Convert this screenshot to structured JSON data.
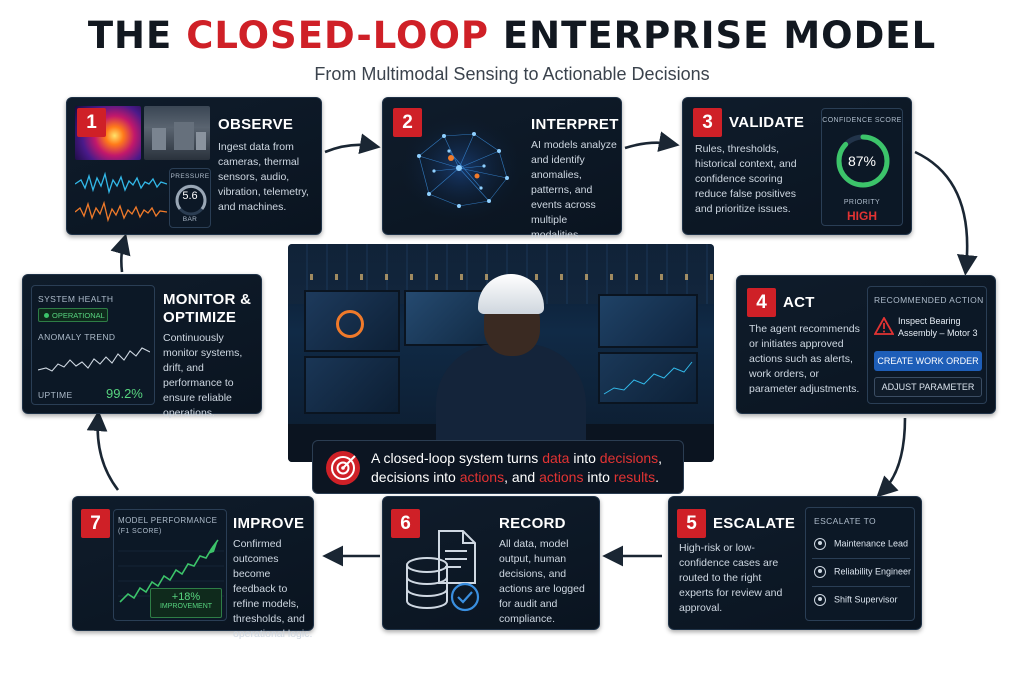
{
  "header": {
    "title_pre": "THE ",
    "title_accent": "CLOSED-LOOP",
    "title_post": " ENTERPRISE MODEL",
    "subtitle": "From Multimodal Sensing to Actionable Decisions"
  },
  "colors": {
    "accent": "#cf2027",
    "card": "#0f1c2b",
    "gauge": "#3cc46a",
    "blue": "#1e5eb8"
  },
  "steps": {
    "observe": {
      "number": "1",
      "title": "OBSERVE",
      "desc": "Ingest data from cameras, thermal sensors, audio, vibration, telemetry, and machines.",
      "gauge_label": "PRESSURE",
      "gauge_value": "5.6",
      "gauge_unit": "BAR"
    },
    "interpret": {
      "number": "2",
      "title": "INTERPRET",
      "desc": "AI models analyze and identify anomalies, patterns, and events across multiple modalities."
    },
    "validate": {
      "number": "3",
      "title": "VALIDATE",
      "desc": "Rules, thresholds, historical context, and confidence scoring reduce false positives and prioritize issues.",
      "score_label": "CONFIDENCE SCORE",
      "score_value": "87%",
      "score_fraction": 0.87,
      "priority_label": "PRIORITY",
      "priority_value": "HIGH"
    },
    "act": {
      "number": "4",
      "title": "ACT",
      "desc": "The agent recommends or initiates approved actions such as alerts, work orders, or parameter adjustments.",
      "panel_title": "RECOMMENDED ACTION",
      "alert_text": "Inspect Bearing Assembly – Motor 3",
      "primary_button": "CREATE WORK ORDER",
      "secondary_button": "ADJUST PARAMETER"
    },
    "escalate": {
      "number": "5",
      "title": "ESCALATE",
      "desc": "High-risk or low-confidence cases are routed to the right experts for review and approval.",
      "panel_title": "ESCALATE TO",
      "people": [
        "Maintenance Lead",
        "Reliability Engineer",
        "Shift Supervisor"
      ]
    },
    "record": {
      "number": "6",
      "title": "RECORD",
      "desc": "All data, model output, human decisions, and actions are logged for audit and compliance."
    },
    "improve": {
      "number": "7",
      "title": "IMPROVE",
      "desc": "Confirmed outcomes become feedback to refine models, thresholds, and operational logic.",
      "chart_title": "MODEL PERFORMANCE",
      "chart_subtitle": "(F1 SCORE)",
      "delta_value": "+18%",
      "delta_label": "IMPROVEMENT"
    },
    "monitor": {
      "title_line1": "MONITOR &",
      "title_line2": "OPTIMIZE",
      "desc": "Continuously monitor systems, drift, and performance to ensure reliable operations.",
      "health_label": "SYSTEM HEALTH",
      "health_status": "OPERATIONAL",
      "trend_label": "ANOMALY TREND",
      "uptime_label": "UPTIME",
      "uptime_value": "99.2%"
    }
  },
  "callout": {
    "t1": "A closed-loop system turns ",
    "t2": "data",
    "t3": " into ",
    "t4": "decisions",
    "t5": ",",
    "t6": "decisions into ",
    "t7": "actions",
    "t8": ", and ",
    "t9": "actions",
    "t10": " into ",
    "t11": "results",
    "t12": "."
  }
}
